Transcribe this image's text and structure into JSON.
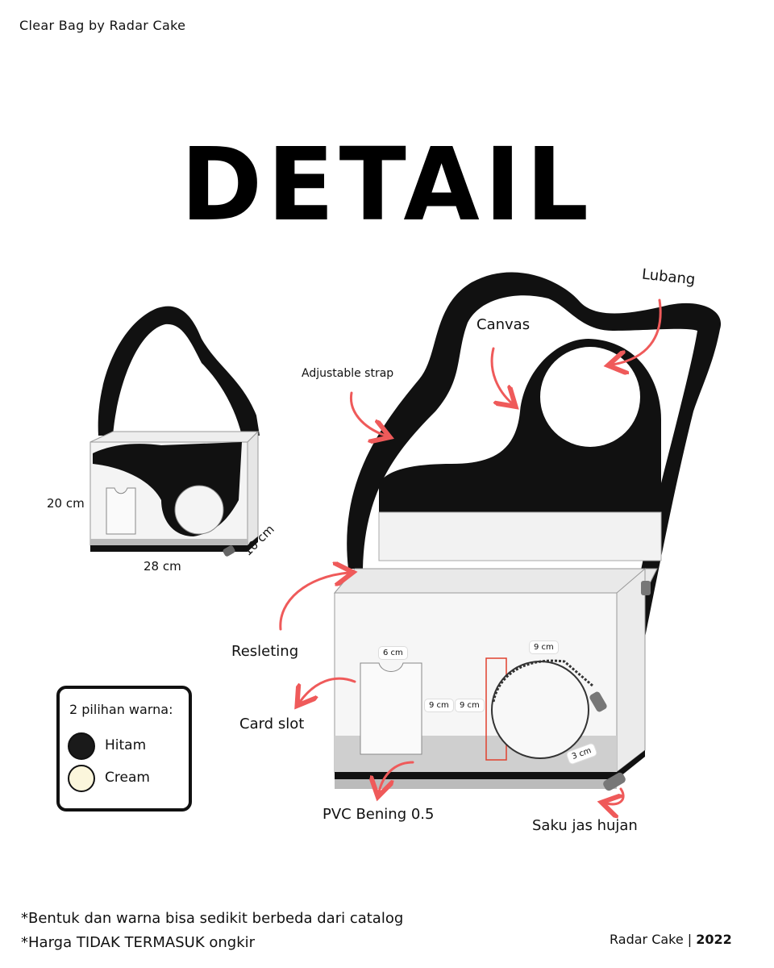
{
  "brand": "Clear Bag by Radar Cake",
  "title": "DETAIL",
  "small_bag": {
    "height": "20 cm",
    "width": "28 cm",
    "depth": "10 cm"
  },
  "callouts": {
    "lubang": "Lubang",
    "canvas": "Canvas",
    "strap": "Adjustable strap",
    "resleting": "Resleting",
    "card_slot": "Card slot",
    "pvc": "PVC Bening 0.5",
    "saku": "Saku jas hujan"
  },
  "dimensions": {
    "card_top": "6 cm",
    "card_h1": "9 cm",
    "card_h2": "9 cm",
    "pouch_top": "9 cm",
    "pouch_side": "3 cm"
  },
  "legend": {
    "title": "2 pilihan warna:",
    "options": [
      {
        "name": "Hitam",
        "color": "#1a1a1a"
      },
      {
        "name": "Cream",
        "color": "#fbf6dc"
      }
    ]
  },
  "notes": {
    "line1": "*Bentuk dan warna bisa sedikit berbeda dari catalog",
    "line2_prefix": "*Harga ",
    "line2_emph": "TIDAK TERMASUK",
    "line2_suffix": " ongkir"
  },
  "footer": {
    "name": "Radar Cake | ",
    "year": "2022"
  },
  "colors": {
    "arrow": "#ef5a5a",
    "ink": "#111111",
    "dim_box": "#e0402f"
  }
}
